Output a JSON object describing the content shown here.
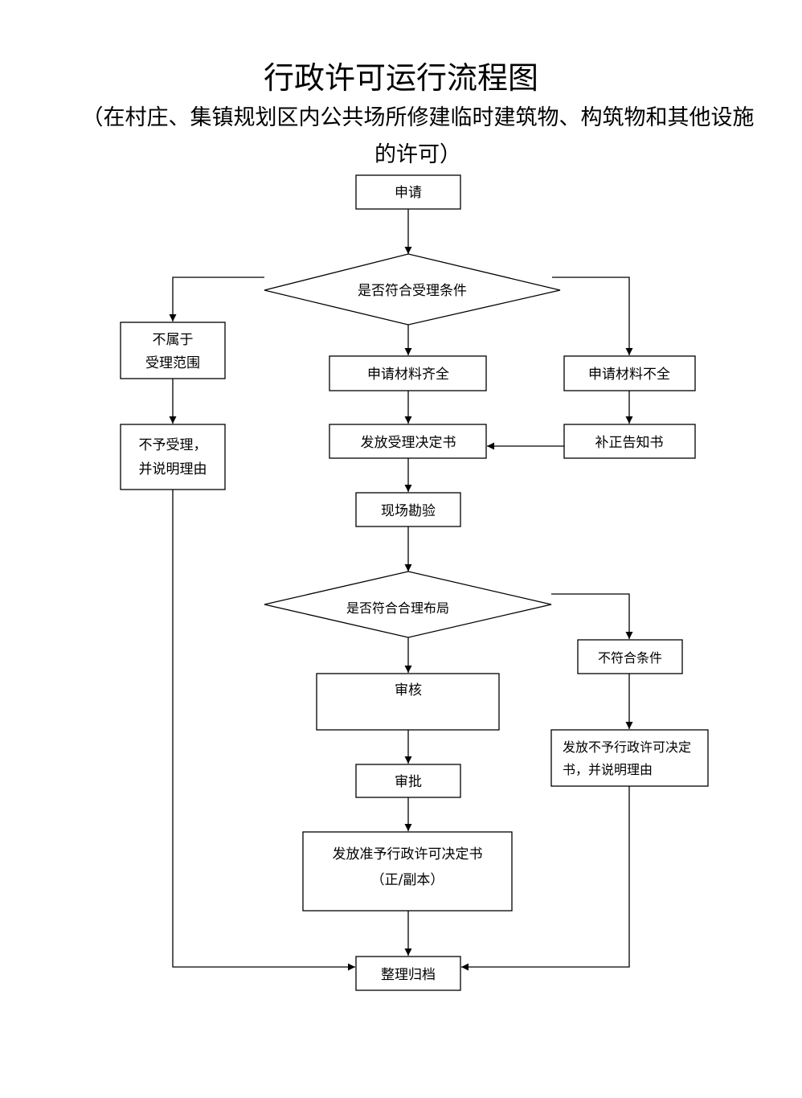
{
  "title": "行政许可运行流程图",
  "subtitle": "（在村庄、集镇规划区内公共场所修建临时建筑物、构筑物和其他设施的许可）",
  "nodes": {
    "apply": "申请",
    "check_acceptance": "是否符合受理条件",
    "out_of_scope_1": "不属于",
    "out_of_scope_2": "受理范围",
    "not_accepted_1": "不予受理，",
    "not_accepted_2": "并说明理由",
    "materials_complete": "申请材料齐全",
    "materials_incomplete": "申请材料不全",
    "issue_acceptance": "发放受理决定书",
    "correction_notice": "补正告知书",
    "site_inspection": "现场勘验",
    "check_layout": "是否符合合理布局",
    "not_qualified": "不符合条件",
    "review": "审核",
    "deny_1": "发放不予行政许可决定",
    "deny_2": "书，并说明理由",
    "approve": "审批",
    "grant_1": "发放准予行政许可决定书",
    "grant_2": "（正/副本）",
    "archive": "整理归档"
  }
}
